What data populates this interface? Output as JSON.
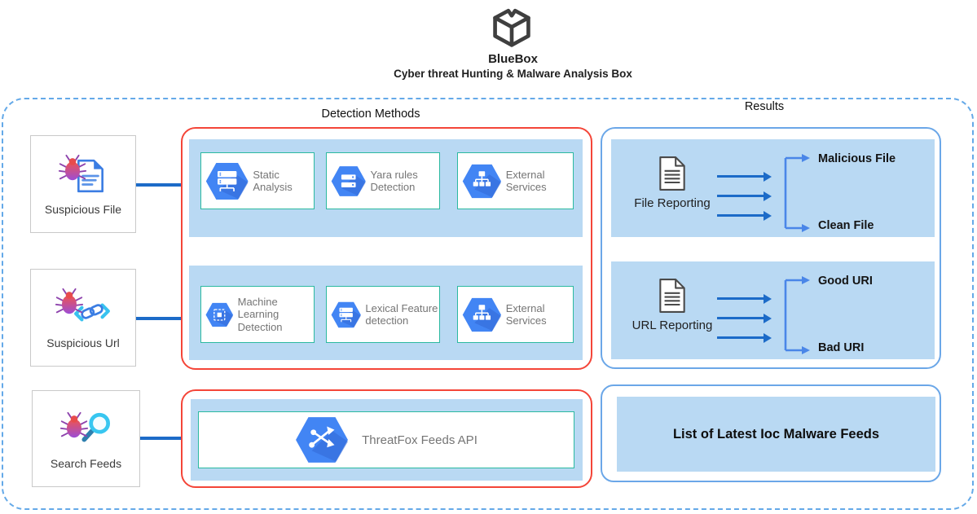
{
  "colors": {
    "accent_red": "#F44538",
    "accent_blue": "#6BA7E8",
    "panel_blue": "#B9D9F3",
    "hex_blue": "#4285F4",
    "teal": "#2BB9A0",
    "arrow_blue": "#1C6BC8",
    "bracket_blue": "#4A86E8",
    "dash_blue": "#64A9E8",
    "gray_text": "#757575",
    "dark_text": "#1F1F1F"
  },
  "header": {
    "title": "BlueBox",
    "subtitle": "Cyber threat Hunting & Malware Analysis Box"
  },
  "section_labels": {
    "detection": "Detection Methods",
    "results": "Results"
  },
  "inputs": [
    {
      "label": "Suspicious File"
    },
    {
      "label": "Suspicious Url"
    },
    {
      "label": "Search Feeds"
    }
  ],
  "detection_cards": [
    {
      "label": "Static Analysis"
    },
    {
      "label": "Yara rules Detection"
    },
    {
      "label": "External Services"
    },
    {
      "label": "Machine Learning Detection"
    },
    {
      "label": "Lexical Feature detection"
    },
    {
      "label": "External Services"
    }
  ],
  "threatfox": {
    "label": "ThreatFox Feeds API"
  },
  "results": {
    "file_reporting": {
      "label": "File Reporting",
      "top": "Malicious File",
      "bottom": "Clean File"
    },
    "url_reporting": {
      "label": "URL Reporting",
      "top": "Good URI",
      "bottom": "Bad URI"
    },
    "feeds": {
      "label": "List of Latest Ioc Malware Feeds"
    }
  }
}
